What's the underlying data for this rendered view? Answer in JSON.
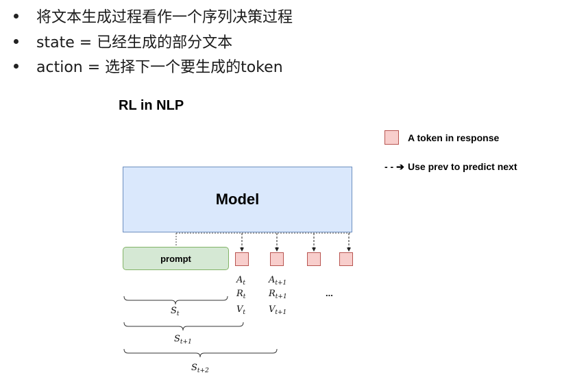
{
  "bullets": [
    "将文本生成过程看作一个序列决策过程",
    "state = 已经生成的部分文本",
    "action = 选择下一个要生成的token"
  ],
  "diagram": {
    "title": "RL in NLP",
    "model_label": "Model",
    "prompt_label": "prompt",
    "legend": {
      "token_label": "A token in response",
      "arrow_symbol": "- - ➔",
      "arrow_label": "Use prev to predict next"
    },
    "ellipsis": "...",
    "colors": {
      "model_fill": "#dae8fc",
      "model_stroke": "#6c8ebf",
      "prompt_fill": "#d5e8d4",
      "prompt_stroke": "#82b366",
      "token_fill": "#f8cecc",
      "token_stroke": "#b85450"
    },
    "annotations": {
      "token1": [
        {
          "base": "A",
          "sub": "t"
        },
        {
          "base": "R",
          "sub": "t"
        },
        {
          "base": "V",
          "sub": "t"
        }
      ],
      "token2": [
        {
          "base": "A",
          "sub": "t+1"
        },
        {
          "base": "R",
          "sub": "t+1"
        },
        {
          "base": "V",
          "sub": "t+1"
        }
      ]
    },
    "states": [
      {
        "base": "S",
        "sub": "t"
      },
      {
        "base": "S",
        "sub": "t+1"
      },
      {
        "base": "S",
        "sub": "t+2"
      }
    ]
  }
}
